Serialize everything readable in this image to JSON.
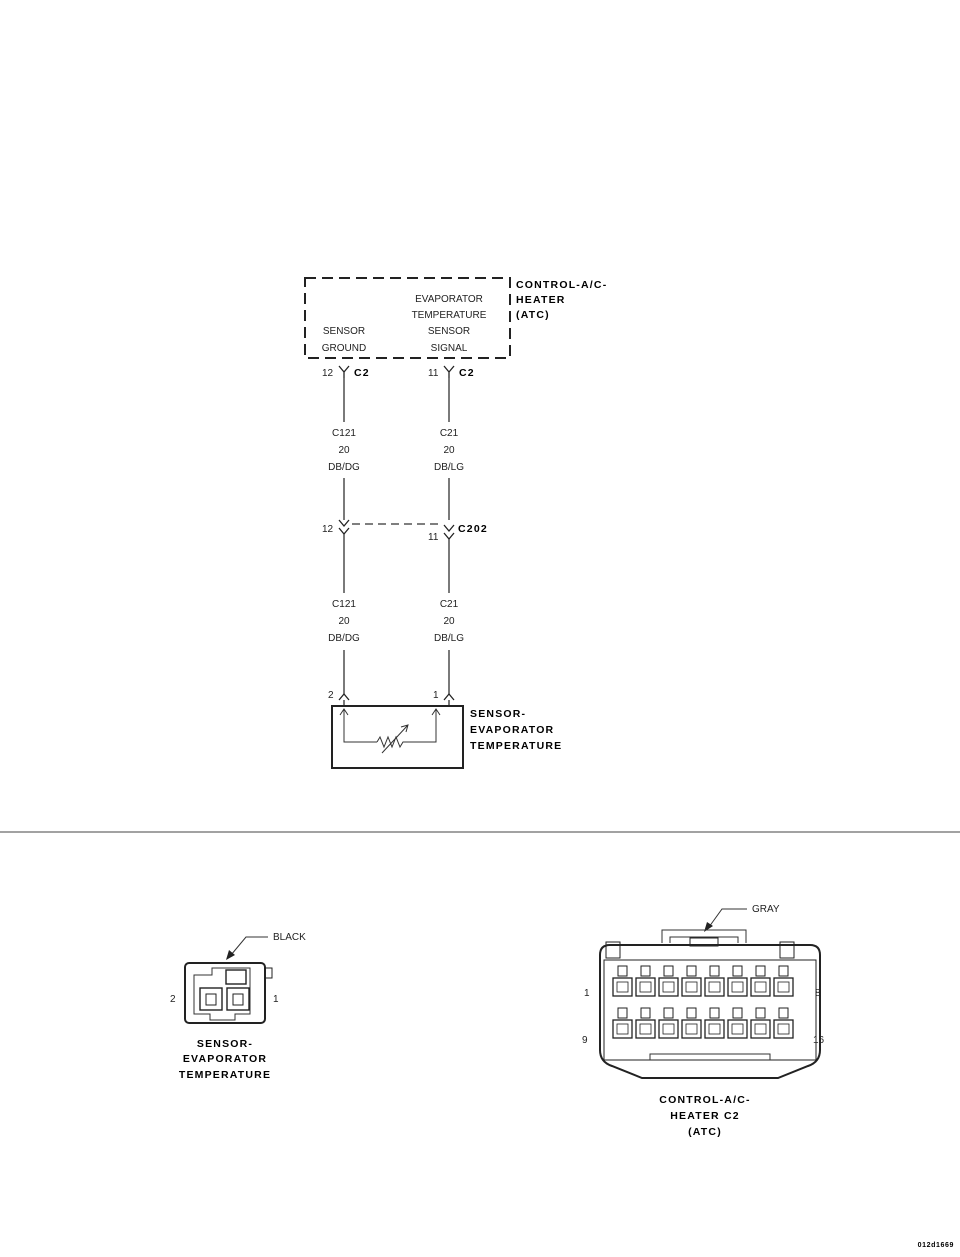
{
  "module": {
    "name_lines": [
      "CONTROL-A/C-",
      "HEATER",
      "(ATC)"
    ],
    "ground_label": [
      "SENSOR",
      "GROUND"
    ],
    "signal_label": [
      "EVAPORATOR",
      "TEMPERATURE",
      "SENSOR",
      "SIGNAL"
    ]
  },
  "connector_c2": {
    "name": "C2",
    "pin_left": "12",
    "pin_right": "11"
  },
  "connector_c202": {
    "name": "C202",
    "pin_left": "12",
    "pin_right": "11"
  },
  "wires": {
    "left": {
      "circuit": "C121",
      "gauge": "20",
      "color": "DB/DG"
    },
    "right": {
      "circuit": "C21",
      "gauge": "20",
      "color": "DB/LG"
    }
  },
  "sensor": {
    "name_lines": [
      "SENSOR-",
      "EVAPORATOR",
      "TEMPERATURE"
    ],
    "pin_left": "2",
    "pin_right": "1"
  },
  "sensor_connector_view": {
    "color_label": "BLACK",
    "pin_left": "2",
    "pin_right": "1",
    "name_lines": [
      "SENSOR-",
      "EVAPORATOR",
      "TEMPERATURE"
    ]
  },
  "module_connector_view": {
    "color_label": "GRAY",
    "pin_top_left": "1",
    "pin_top_right": "8",
    "pin_bottom_left": "9",
    "pin_bottom_right": "16",
    "name_lines": [
      "CONTROL-A/C-",
      "HEATER C2",
      "(ATC)"
    ]
  },
  "figure_id": "012d1669"
}
